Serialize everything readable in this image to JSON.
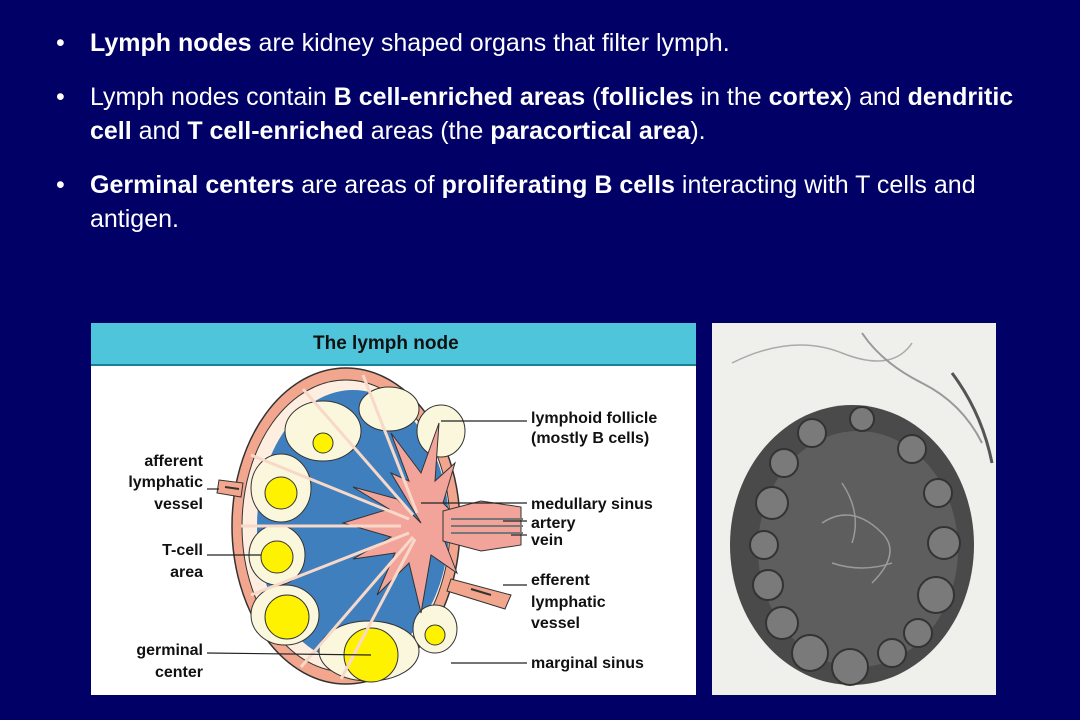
{
  "bullets": [
    {
      "parts": [
        {
          "text": "Lymph nodes",
          "bold": true
        },
        {
          "text": " are kidney shaped organs that filter lymph.",
          "bold": false
        }
      ]
    },
    {
      "parts": [
        {
          "text": "Lymph nodes contain ",
          "bold": false
        },
        {
          "text": "B cell-enriched areas",
          "bold": true
        },
        {
          "text": " (",
          "bold": false
        },
        {
          "text": "follicles",
          "bold": true
        },
        {
          "text": " in the ",
          "bold": false
        },
        {
          "text": "cortex",
          "bold": true
        },
        {
          "text": ") and ",
          "bold": false
        },
        {
          "text": "dendritic cell",
          "bold": true
        },
        {
          "text": " and ",
          "bold": false
        },
        {
          "text": "T cell-enriched",
          "bold": true
        },
        {
          "text": " areas (the ",
          "bold": false
        },
        {
          "text": "paracortical area",
          "bold": true
        },
        {
          "text": ").",
          "bold": false
        }
      ]
    },
    {
      "parts": [
        {
          "text": "Germinal centers",
          "bold": true
        },
        {
          "text": " are areas of ",
          "bold": false
        },
        {
          "text": "proliferating B cells",
          "bold": true
        },
        {
          "text": " interacting with T cells and antigen.",
          "bold": false
        }
      ]
    }
  ],
  "diagram": {
    "title": "The lymph node",
    "labels": {
      "lymphoid_follicle_1": "lymphoid follicle",
      "lymphoid_follicle_2": "(mostly B cells)",
      "medullary_sinus": "medullary sinus",
      "artery": "artery",
      "vein": "vein",
      "efferent_1": "efferent",
      "efferent_2": "lymphatic",
      "efferent_3": "vessel",
      "marginal_sinus": "marginal sinus",
      "afferent_1": "afferent",
      "afferent_2": "lymphatic",
      "afferent_3": "vessel",
      "tcell_1": "T-cell",
      "tcell_2": "area",
      "germinal_1": "germinal",
      "germinal_2": "center"
    }
  },
  "colors": {
    "background": "#000066",
    "text": "#ffffff",
    "title_bar": "#4fc5dc",
    "capsule": "#f2a68e",
    "medulla": "#f3a49a",
    "tcell_area": "#3f7fbe",
    "follicle": "#fbf7dc",
    "germinal_center": "#fff200"
  }
}
